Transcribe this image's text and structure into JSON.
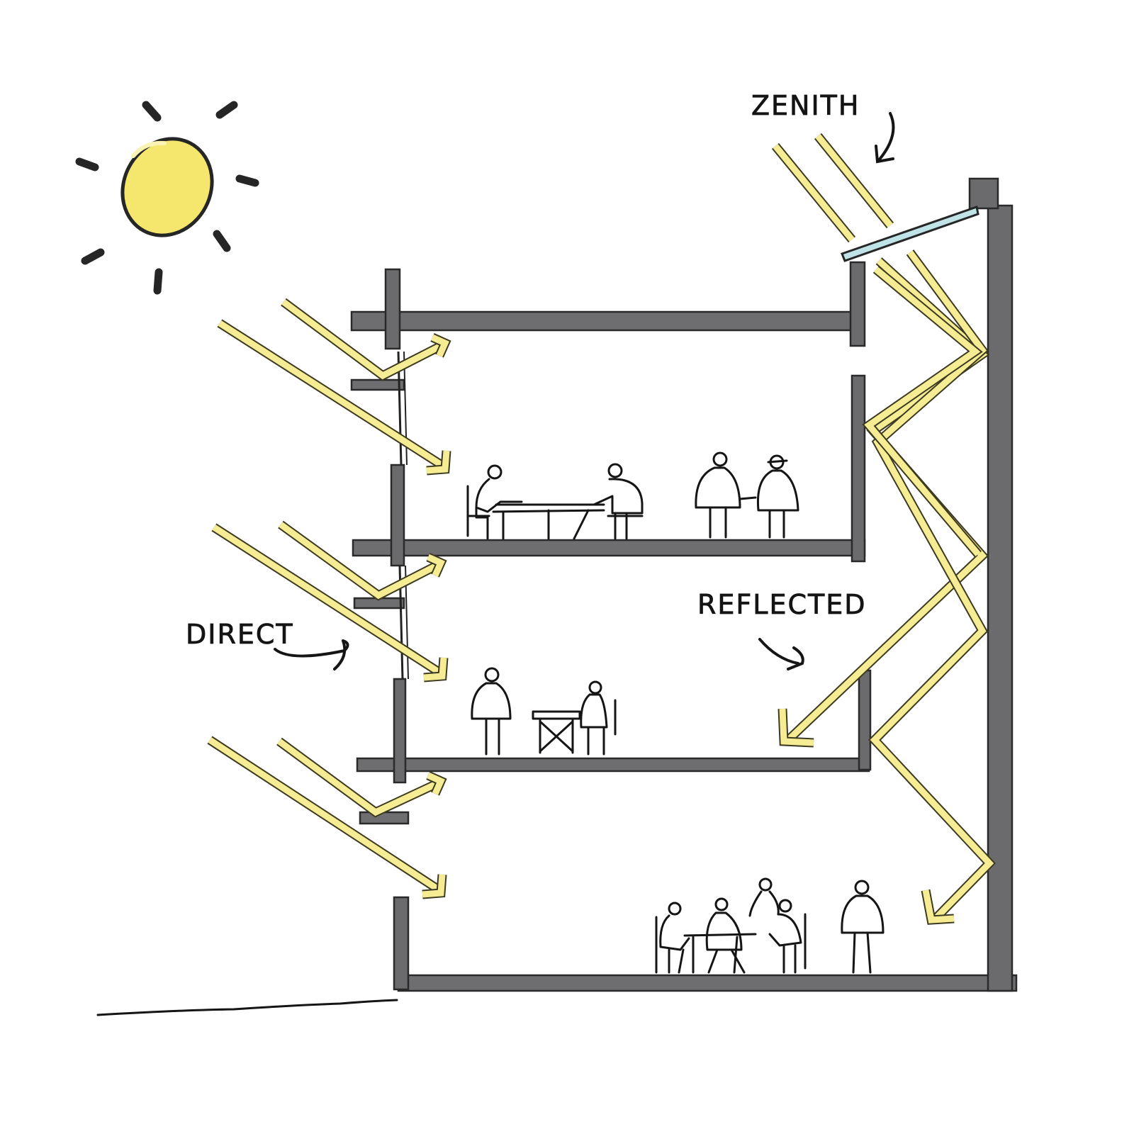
{
  "labels": {
    "zenith": "ZENITH",
    "direct": "DIRECT",
    "reflected": "REFLECTED"
  },
  "colors": {
    "light_ray": "#f6ec93",
    "sun_fill": "#f5e66e",
    "structure": "#6e6e71",
    "ink": "#151515",
    "skylight_glass": "#bfe3e6"
  },
  "icons": {
    "sun": "sun-icon",
    "people": "person-figure-icon"
  }
}
